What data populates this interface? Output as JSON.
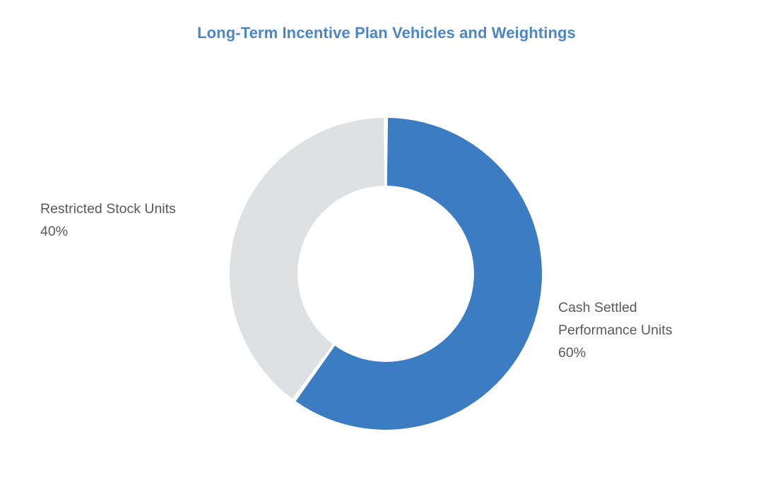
{
  "chart_data": {
    "type": "pie",
    "variant": "donut",
    "title": "Long-Term Incentive Plan Vehicles and Weightings",
    "xlabel": "",
    "ylabel": "",
    "legend_position": "none",
    "grid": false,
    "units": "percent",
    "total": 100,
    "start_angle_deg": 0,
    "direction": "clockwise",
    "inner_radius_ratio": 0.565,
    "slice_gap_deg": 1.6,
    "categories": [
      "Cash Settled Performance Units",
      "Restricted Stock Units"
    ],
    "values": [
      60,
      40
    ],
    "slices": [
      {
        "name": "Cash Settled Performance Units",
        "value": 60,
        "value_label": "60%",
        "color": "#3b7cc2",
        "start_deg": 0,
        "end_deg": 216,
        "label_lines": [
          "Cash Settled",
          "Performance Units",
          "60%"
        ],
        "label_position": "right"
      },
      {
        "name": "Restricted Stock Units",
        "value": 40,
        "value_label": "40%",
        "color": "#dfe0e2",
        "start_deg": 216,
        "end_deg": 360,
        "label_lines": [
          "Restricted Stock Units",
          "40%"
        ],
        "label_position": "left"
      }
    ]
  },
  "title": {
    "text": "Long-Term Incentive Plan Vehicles and Weightings",
    "color": "#4a86c8"
  },
  "labels": {
    "restricted_stock_units": {
      "line1": "Restricted Stock Units",
      "line2": "40%"
    },
    "cash_settled_performance_units": {
      "line1": "Cash Settled",
      "line2": "Performance Units",
      "line3": "60%"
    },
    "color": "#595959"
  },
  "colors": {
    "background": "#ffffff",
    "accent_blue": "#3b7cc2",
    "title_blue": "#4a86c8",
    "neutral_gray": "#dfe0e2",
    "label_gray": "#595959"
  }
}
